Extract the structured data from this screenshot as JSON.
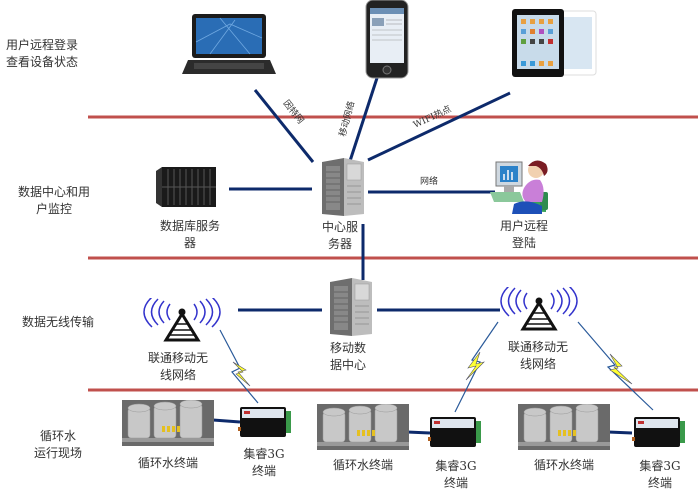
{
  "title": "循环水远程监控系统网络拓扑",
  "layers": [
    {
      "id": "remote",
      "label": "用户远程登录\n查看设备状态"
    },
    {
      "id": "datacenter",
      "label": "数据中心和用\n户监控"
    },
    {
      "id": "wireless",
      "label": "数据无线传输"
    },
    {
      "id": "site",
      "label": "循环水\n运行现场"
    }
  ],
  "devices": {
    "laptop": {
      "label": ""
    },
    "phone": {
      "label": ""
    },
    "tablet": {
      "label": ""
    },
    "db_server": {
      "label": "数据库服务\n器"
    },
    "center_server": {
      "label": "中心服\n务器"
    },
    "user_login": {
      "label": "用户远程\n登陆"
    },
    "mobile_dc": {
      "label": "移动数\n据中心"
    },
    "tower_left": {
      "label": "联通移动无\n线网络"
    },
    "tower_right": {
      "label": "联通移动无\n线网络"
    },
    "terminals": [
      {
        "water_label": "循环水终端",
        "gateway_label": "集睿3G\n终端"
      },
      {
        "water_label": "循环水终端",
        "gateway_label": "集睿3G\n终端"
      },
      {
        "water_label": "循环水终端",
        "gateway_label": "集睿3G\n终端"
      }
    ]
  },
  "links": {
    "internet": "因特网",
    "mobile_net": "移动网络",
    "wifi": "WIFI热点",
    "network": "网络"
  },
  "colors": {
    "layer_divider": "#c0504d",
    "link": "#0d2a6b",
    "wireless_bolt": "#ffff33",
    "signal_wave": "#3333cc"
  }
}
